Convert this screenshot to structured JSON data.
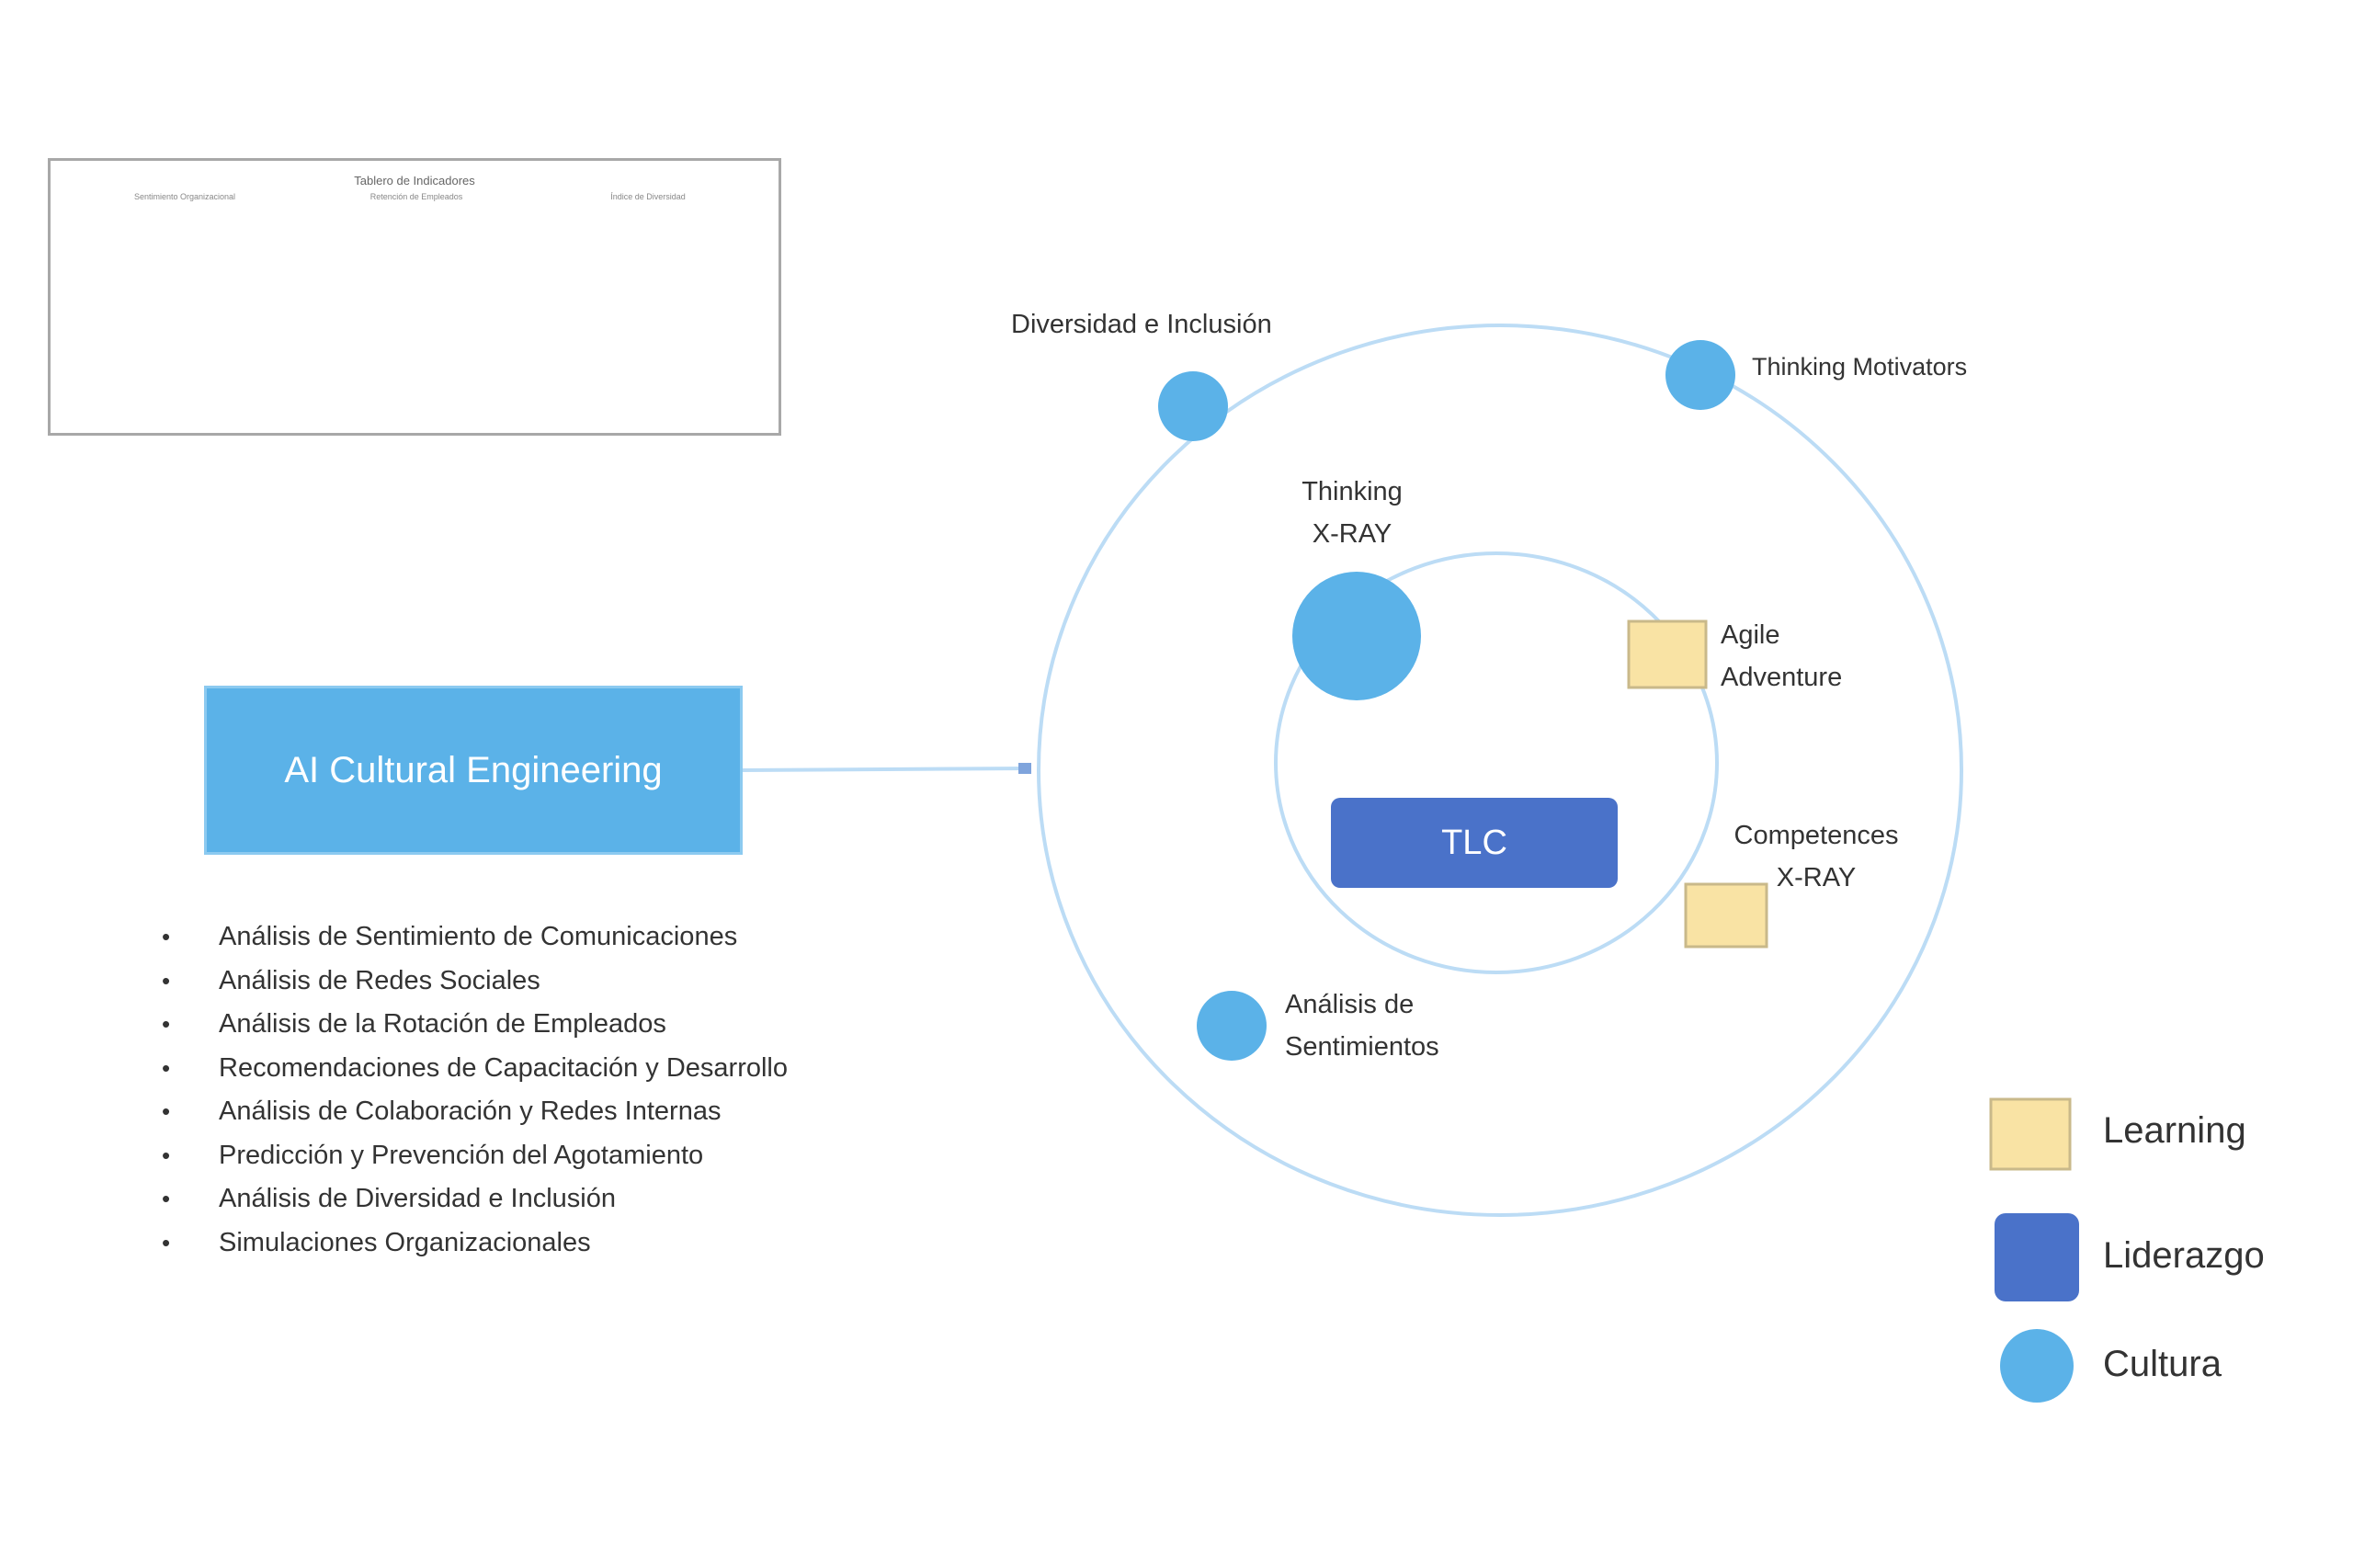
{
  "dashboard": {
    "title": "Tablero de Indicadores",
    "gauges": [
      {
        "title": "Sentimiento Organizacional"
      },
      {
        "title": "Retención de Empleados"
      },
      {
        "title": "Índice de Diversidad"
      }
    ]
  },
  "main_box": {
    "label": "AI Cultural Engineering"
  },
  "capabilities": [
    "Análisis de Sentimiento de Comunicaciones",
    "Análisis de Redes Sociales",
    "Análisis de la Rotación de Empleados",
    "Recomendaciones de Capacitación y Desarrollo",
    "Análisis de Colaboración y Redes Internas",
    "Predicción y Prevención del Agotamiento",
    "Análisis de Diversidad e Inclusión",
    "Simulaciones Organizacionales"
  ],
  "nodes": {
    "diversidad": "Diversidad e Inclusión",
    "motivators": "Thinking Motivators",
    "xray_line1": "Thinking",
    "xray_line2": "X-RAY",
    "agile_line1": "Agile",
    "agile_line2": "Adventure",
    "comp_line1": "Competences",
    "comp_line2": "X-RAY",
    "analisis_line1": "Análisis de",
    "analisis_line2": "Sentimientos",
    "tlc": "TLC"
  },
  "legend": [
    {
      "label": "Learning",
      "shape": "square",
      "color": "#f9e3a4"
    },
    {
      "label": "Liderazgo",
      "shape": "rounded-square",
      "color": "#4a72c9"
    },
    {
      "label": "Cultura",
      "shape": "circle",
      "color": "#5bb2e8"
    }
  ],
  "colors": {
    "cultura": "#5bb2e8",
    "learning": "#f9e3a4",
    "liderazgo": "#4a72c9",
    "orbit": "#bcdcf5"
  }
}
